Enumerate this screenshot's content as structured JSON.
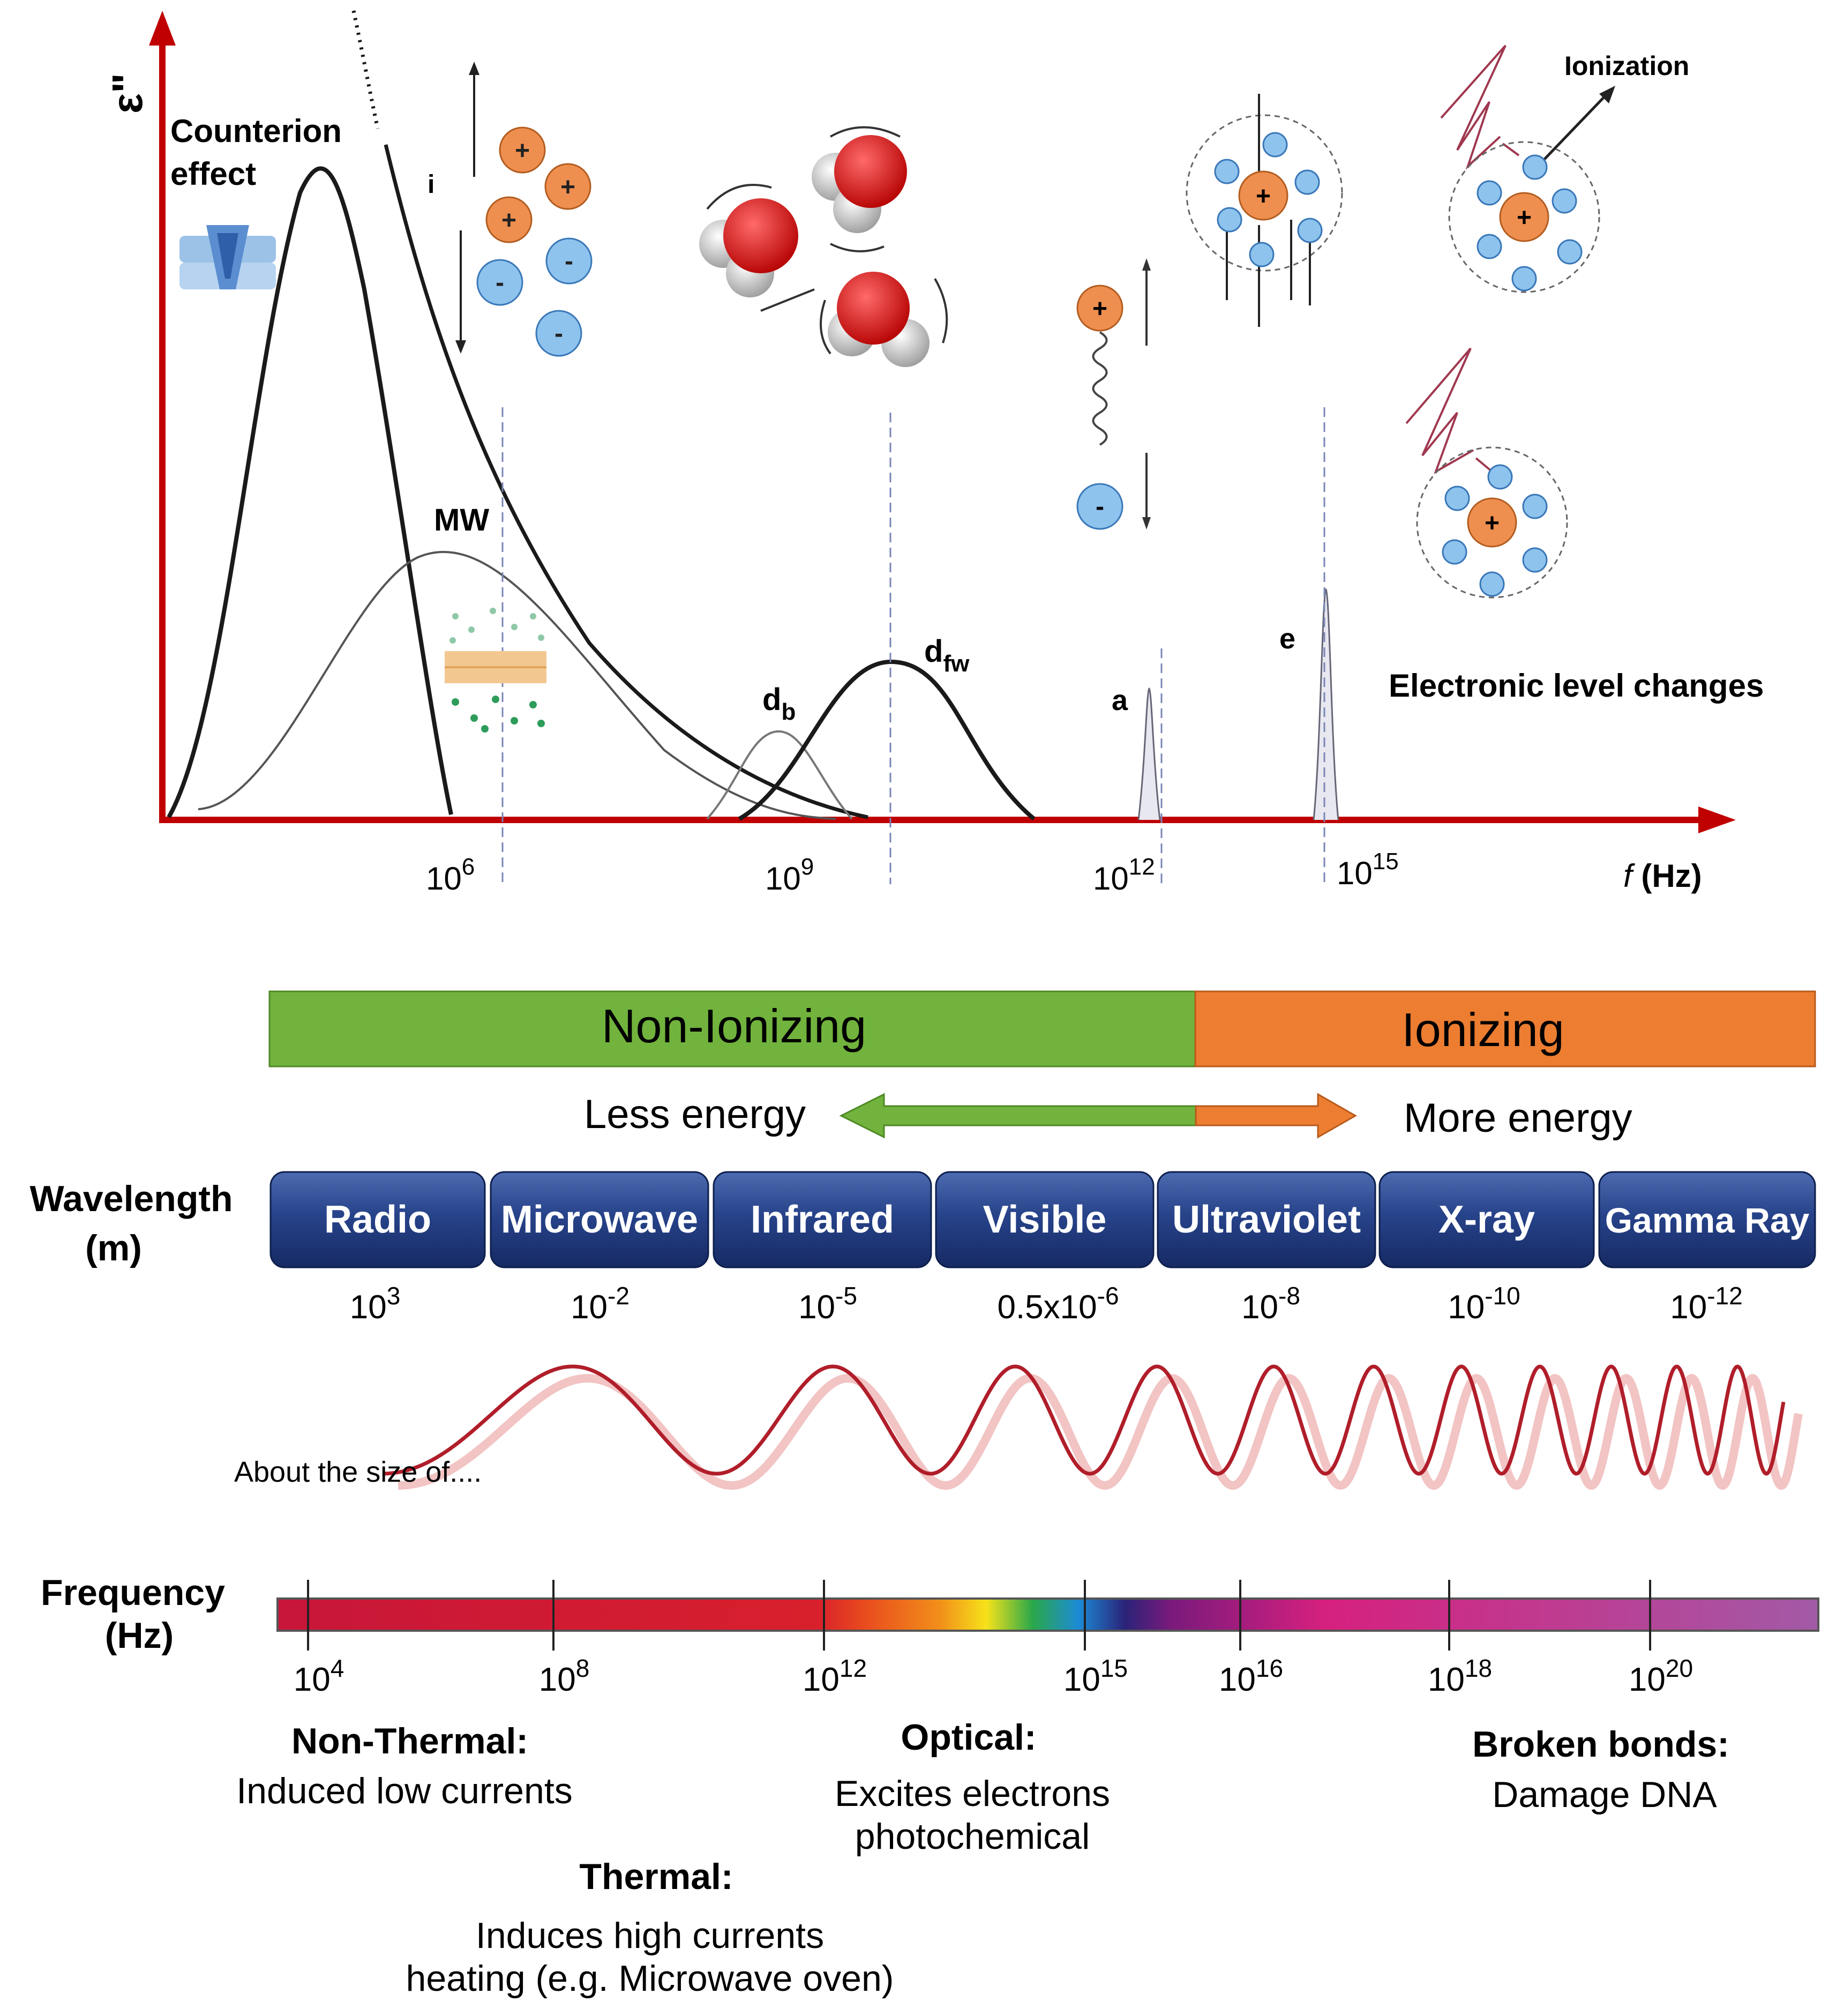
{
  "top": {
    "y_symbol": "εʺ",
    "x_axis_label": "(Hz)",
    "x_axis_var": "f",
    "ticks": [
      {
        "base": "10",
        "exp": "6"
      },
      {
        "base": "10",
        "exp": "9"
      },
      {
        "base": "10",
        "exp": "12"
      },
      {
        "base": "10",
        "exp": "15"
      }
    ],
    "labels": {
      "counterion_1": "Counterion",
      "counterion_2": "effect",
      "i": "i",
      "mw": "MW",
      "db_main": "d",
      "db_sub": "b",
      "dfw_main": "d",
      "dfw_sub": "fw",
      "a": "a",
      "e": "e",
      "electronic": "Electronic level changes",
      "ionization": "Ionization"
    }
  },
  "bar": {
    "non_ionizing": "Non-Ionizing",
    "ionizing": "Ionizing",
    "less_energy": "Less energy",
    "more_energy": "More energy",
    "colors": {
      "green": "#71b33d",
      "orange": "#ec7d31"
    }
  },
  "wavelength": {
    "title_1": "Wavelength",
    "title_2": "(m)",
    "bands": [
      {
        "name": "Radio",
        "base": "10",
        "exp": "3"
      },
      {
        "name": "Microwave",
        "base": "10",
        "exp": "-2"
      },
      {
        "name": "Infrared",
        "base": "10",
        "exp": "-5"
      },
      {
        "name": "Visible",
        "base": "0.5x10",
        "exp": "-6"
      },
      {
        "name": "Ultraviolet",
        "base": "10",
        "exp": "-8"
      },
      {
        "name": "X-ray",
        "base": "10",
        "exp": "-10"
      },
      {
        "name": "Gamma Ray",
        "base": "10",
        "exp": "-12"
      }
    ]
  },
  "wave": {
    "caption": "About the size of...."
  },
  "frequency": {
    "title_1": "Frequency",
    "title_2": "(Hz)",
    "ticks": [
      {
        "base": "10",
        "exp": "4"
      },
      {
        "base": "10",
        "exp": "8"
      },
      {
        "base": "10",
        "exp": "12"
      },
      {
        "base": "10",
        "exp": "15"
      },
      {
        "base": "10",
        "exp": "16"
      },
      {
        "base": "10",
        "exp": "18"
      },
      {
        "base": "10",
        "exp": "20"
      }
    ]
  },
  "effects": {
    "non_thermal_title": "Non-Thermal:",
    "non_thermal_text": "Induced low currents",
    "thermal_title": "Thermal:",
    "thermal_line1": "Induces high currents",
    "thermal_line2": "heating (e.g. Microwave oven)",
    "optical_title": "Optical:",
    "optical_line1": "Excites electrons",
    "optical_line2": "photochemical",
    "broken_title": "Broken bonds:",
    "broken_text": "Damage DNA"
  }
}
